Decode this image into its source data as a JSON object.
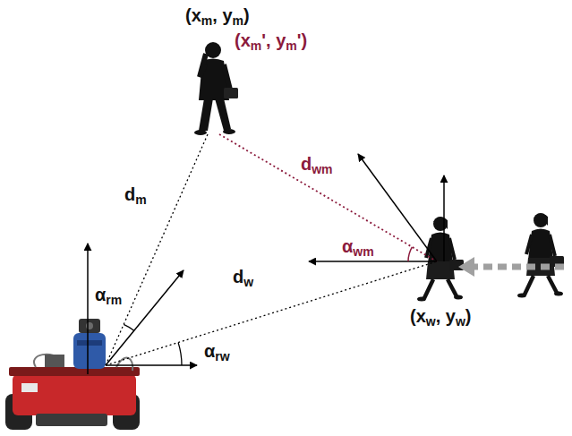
{
  "diagram": {
    "labels": [
      "(xm, ym)",
      "(xm', ym')",
      "dwm",
      "dm",
      "αwm",
      "dw",
      "αrm",
      "(xw, yw)",
      "αrw"
    ]
  }
}
